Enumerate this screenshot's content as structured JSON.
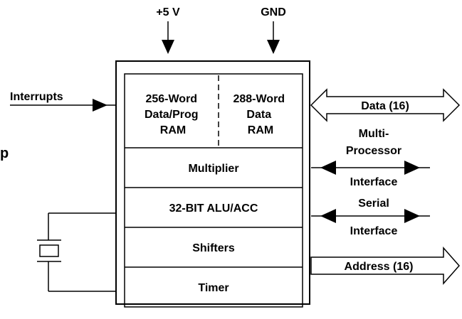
{
  "pins": {
    "vcc": "+5 V",
    "gnd": "GND"
  },
  "inputs": {
    "interrupts": "Interrupts"
  },
  "left_fragment": "p",
  "blocks": {
    "ram1": [
      "256-Word",
      "Data/Prog",
      "RAM"
    ],
    "ram2": [
      "288-Word",
      "Data",
      "RAM"
    ],
    "multiplier": "Multiplier",
    "alu": "32-BIT ALU/ACC",
    "shifters": "Shifters",
    "timer": "Timer"
  },
  "buses": {
    "data": "Data (16)",
    "multiprocessor_line1": "Multi-",
    "multiprocessor_line2": "Processor",
    "multiprocessor_line3": "Interface",
    "serial_line1": "Serial",
    "serial_line2": "Interface",
    "address": "Address (16)"
  }
}
